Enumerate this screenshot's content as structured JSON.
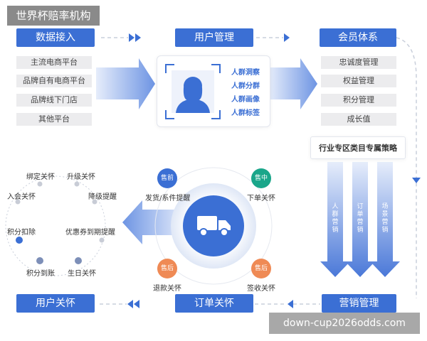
{
  "title": "世界杯赔率机构",
  "top_boxes": {
    "data_access": "数据接入",
    "user_mgmt": "用户管理",
    "member_system": "会员体系"
  },
  "data_sources": [
    "主流电商平台",
    "品牌自有电商平台",
    "品牌线下门店",
    "其他平台"
  ],
  "user_tags": [
    "人群洞察",
    "人群分群",
    "人群画像",
    "人群标签"
  ],
  "member_items": [
    "忠诚度管理",
    "权益管理",
    "积分管理",
    "成长值"
  ],
  "strategy": "行业专区类目专属策略",
  "strategy_columns": [
    "人群营销",
    "订单营销",
    "场景营销"
  ],
  "lifecycle": {
    "presale": "售前",
    "insale": "售中",
    "aftersale_left": "售后",
    "aftersale_right": "售后",
    "presale_note": "发货/系件提醒",
    "insale_note": "下单关怀",
    "aftersale_left_note": "退款关怀",
    "aftersale_right_note": "签收关怀"
  },
  "care_nodes": [
    "绑定关怀",
    "升级关怀",
    "入会关怀",
    "降级提醒",
    "积分扣除",
    "优惠券到期提醒",
    "积分到账",
    "生日关怀"
  ],
  "bottom_boxes": {
    "user_care": "用户关怀",
    "order_care": "订单关怀",
    "marketing_mgmt": "营销管理"
  },
  "watermark": "down-cup2026odds.com",
  "colors": {
    "blue": "#3b6fd4",
    "green": "#1aa68a",
    "orange": "#ef8a55",
    "grey": "#ececee"
  }
}
